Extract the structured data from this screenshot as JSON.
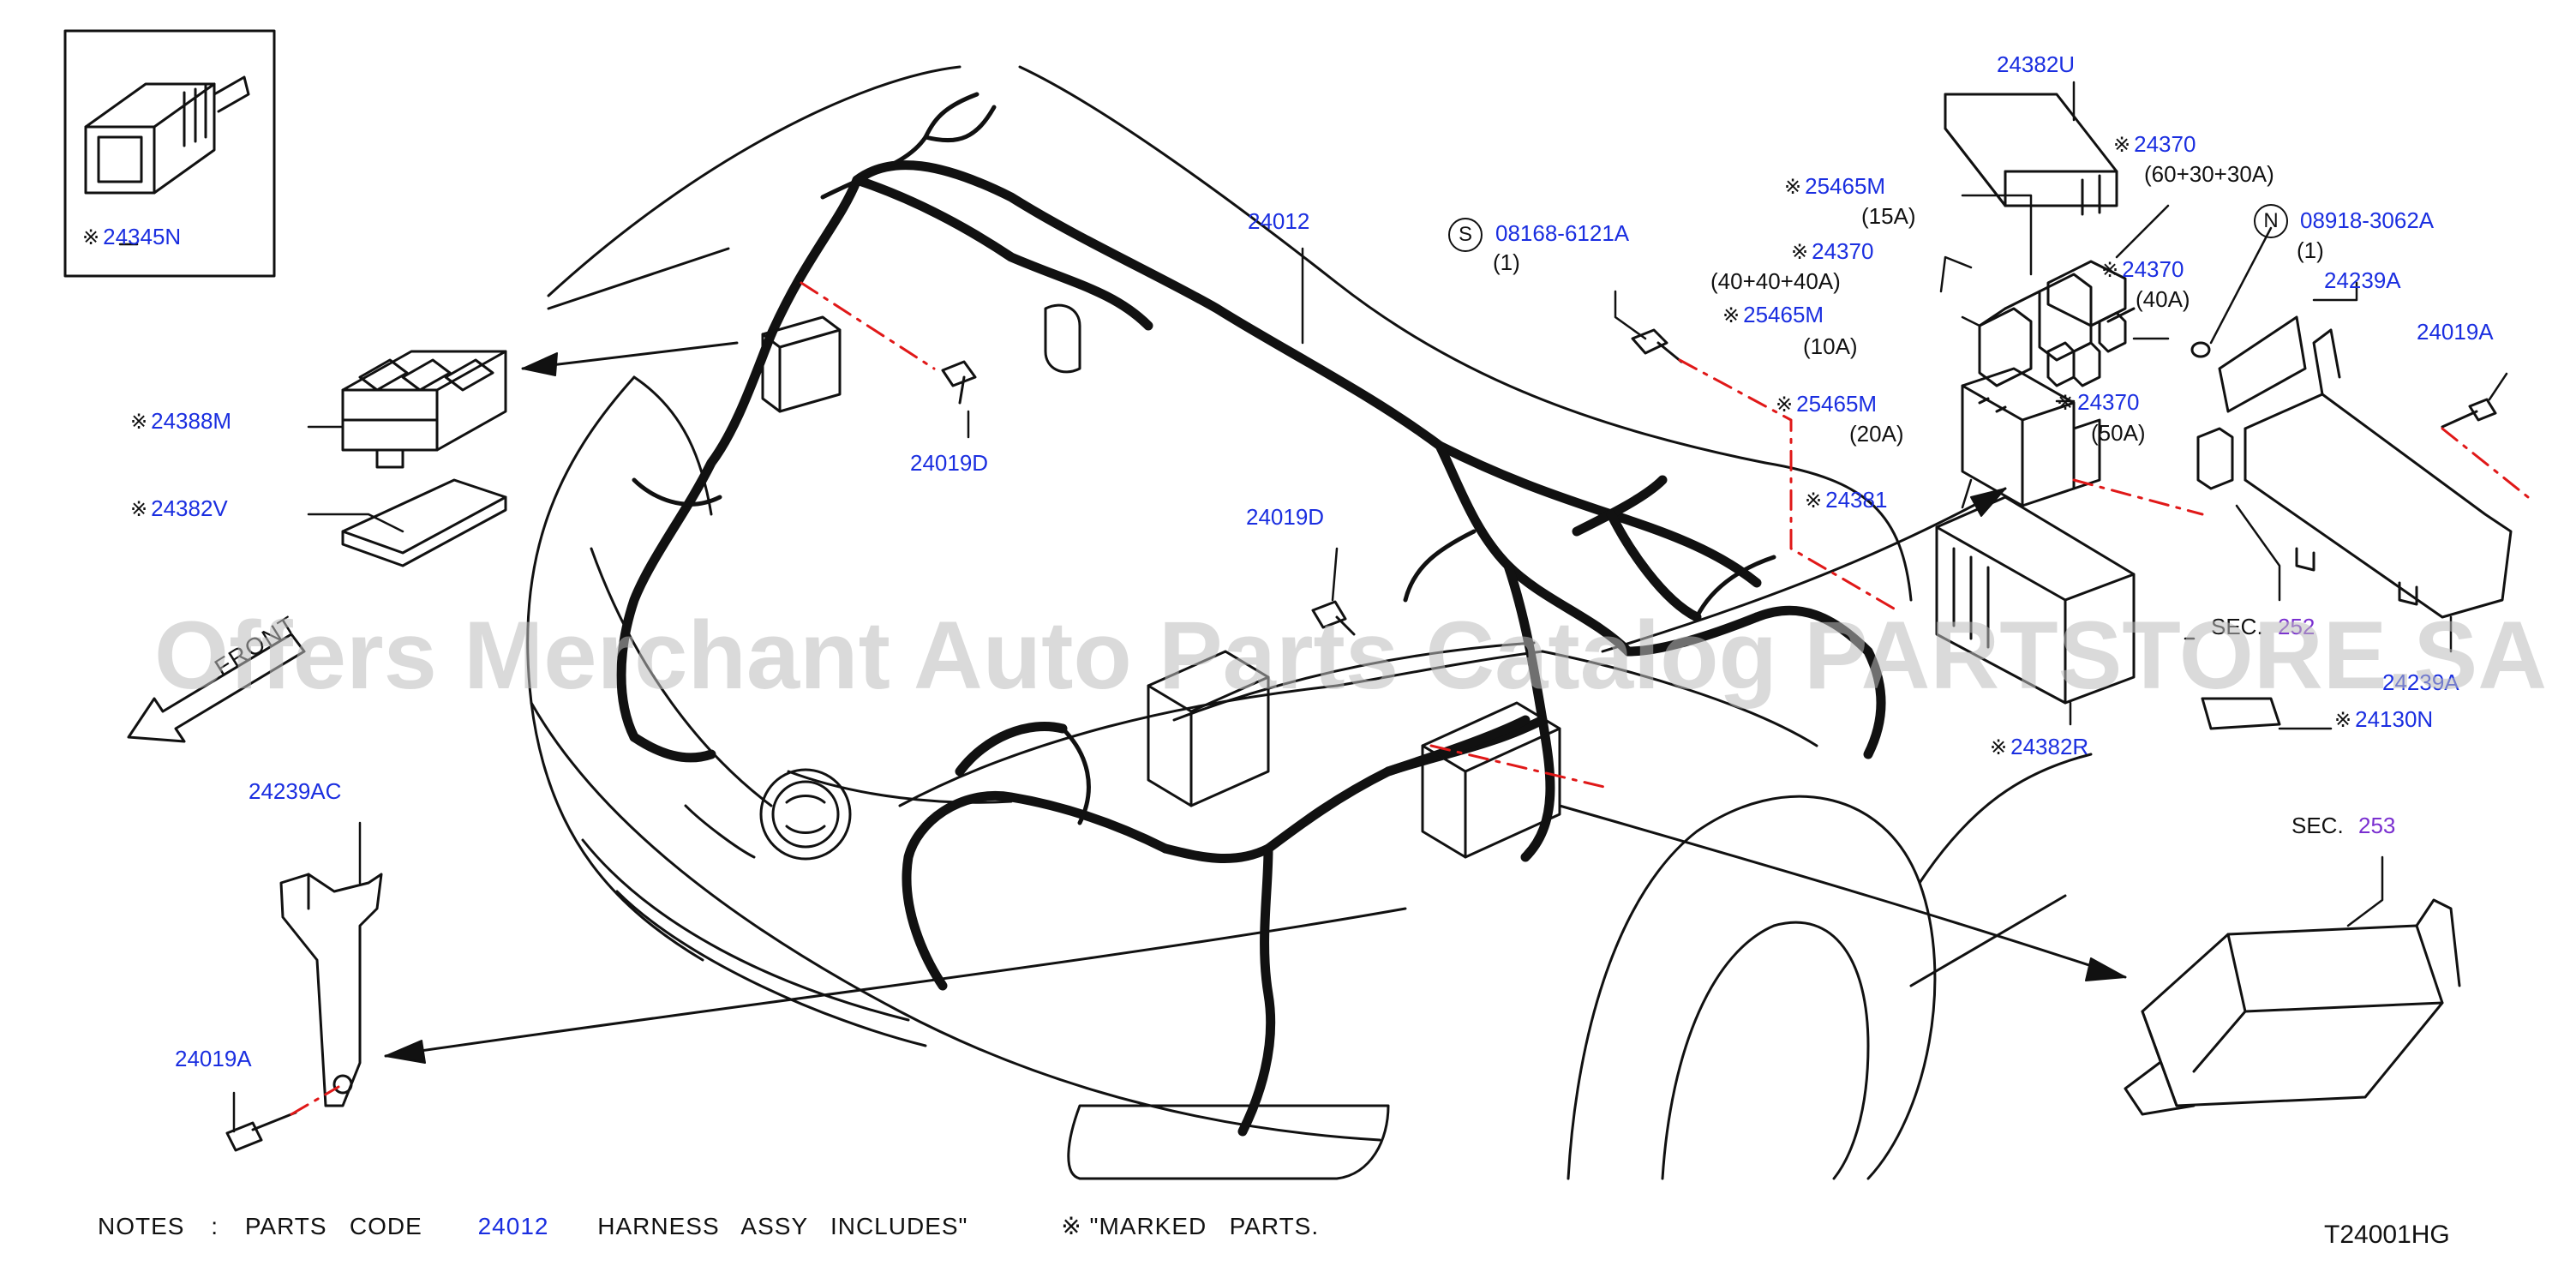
{
  "watermark": "Offers Merchant Auto Parts Catalog PARTSTORE.SA",
  "diagram_code": "T24001HG",
  "front_label": "FRONT",
  "mark_symbol": "※",
  "labels": {
    "p24345N": "24345N",
    "p24388M": "24388M",
    "p24382V": "24382V",
    "p24012": "24012",
    "p24019D_a": "24019D",
    "p24019D_b": "24019D",
    "p08168": "08168-6121A",
    "p08168_qty": "(1)",
    "bolt_s": "S",
    "p24382U": "24382U",
    "p24370_a": "24370",
    "p24370_a_amp": "(60+30+30A)",
    "p25465M_a": "25465M",
    "p25465M_a_amp": "(15A)",
    "p24370_b": "24370",
    "p24370_b_amp": "(40+40+40A)",
    "p24370_c": "24370",
    "p24370_c_amp": "(40A)",
    "p25465M_b": "25465M",
    "p25465M_b_amp": "(10A)",
    "p25465M_c": "25465M",
    "p25465M_c_amp": "(20A)",
    "p24370_d": "24370",
    "p24370_d_amp": "(50A)",
    "p24381": "24381",
    "p08918": "08918-3062A",
    "p08918_qty": "(1)",
    "nut_n": "N",
    "p24239A": "24239A",
    "p24019A_r": "24019A",
    "sec_252_prefix": "SEC.",
    "sec_252": "252",
    "p24239A_b": "24239A",
    "p24130N": "24130N",
    "p24382R": "24382R",
    "sec_253_prefix": "SEC.",
    "sec_253": "253",
    "p24239AC": "24239AC",
    "p24019A_l": "24019A"
  },
  "notes": {
    "prefix": "NOTES",
    "colon": ":",
    "parts_code": "PARTS   CODE",
    "code": "24012",
    "harness": "HARNESS   ASSY   INCLUDES\"",
    "marked": "\"MARKED   PARTS."
  },
  "colors": {
    "label_blue": "#1a2ee0",
    "section_purple": "#7a2fd0",
    "leader_red": "#e01818",
    "line": "#111111"
  }
}
